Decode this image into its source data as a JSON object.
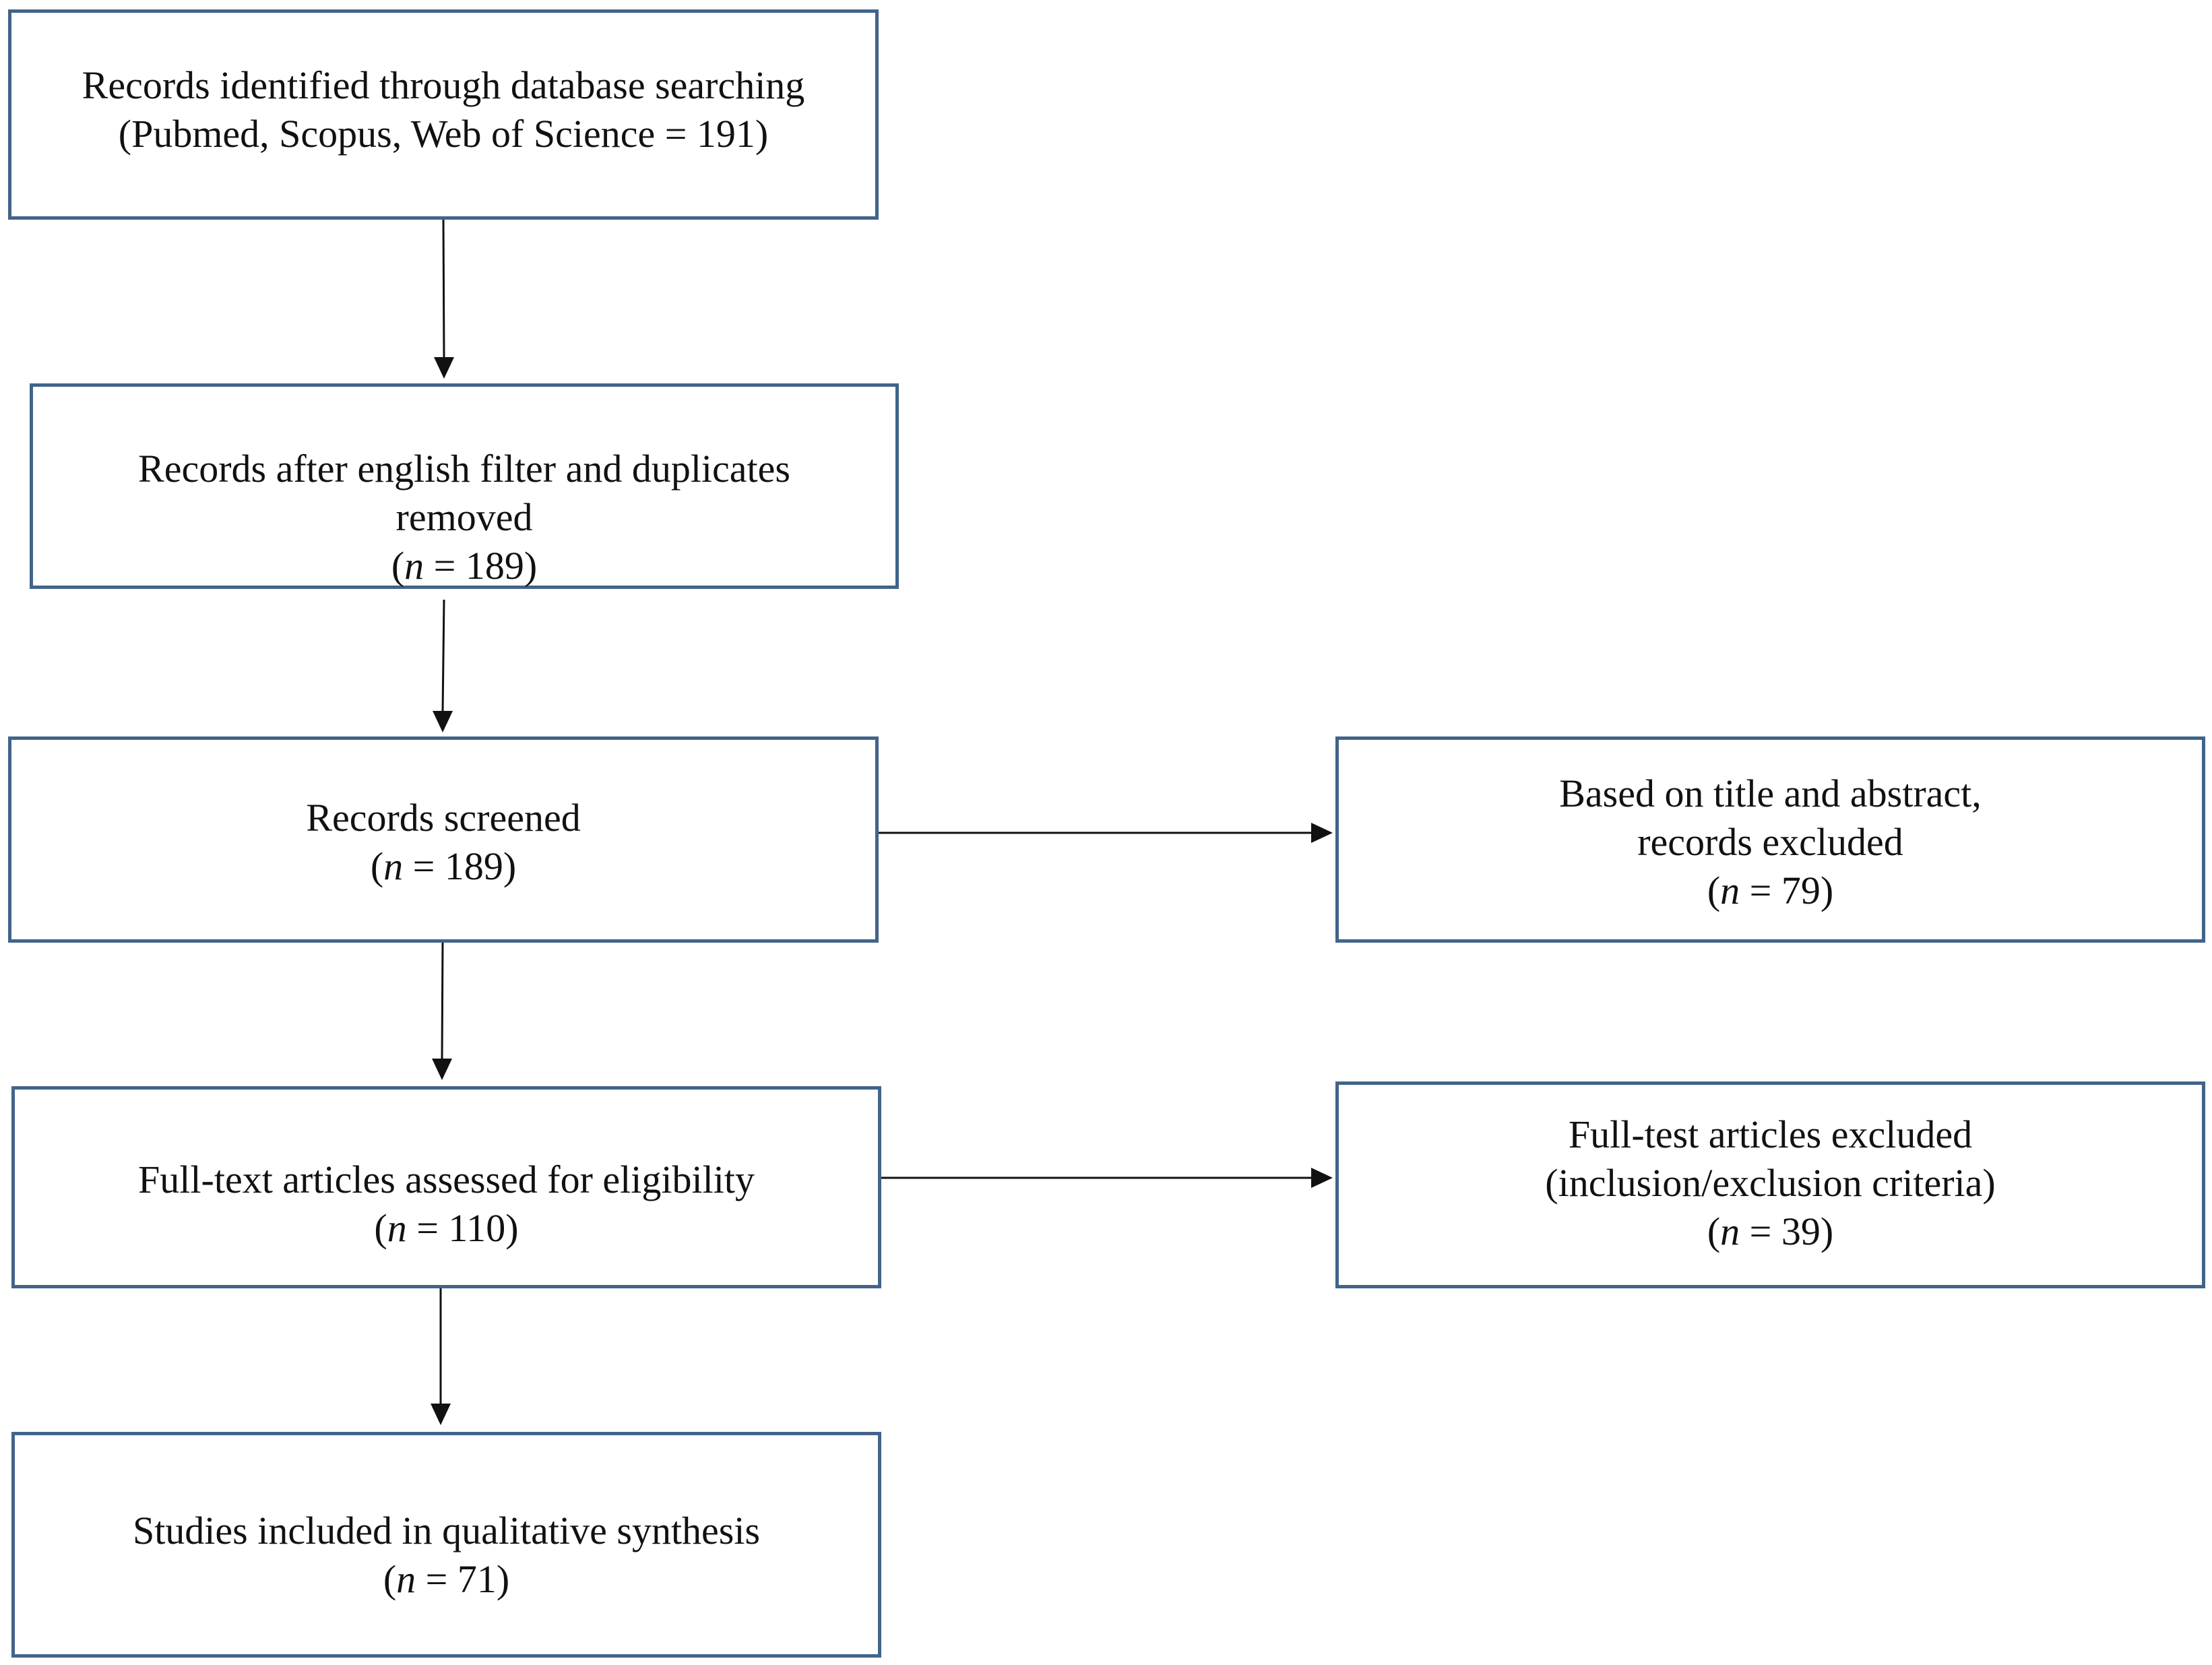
{
  "flow": {
    "identified": {
      "lines": [
        "Records identified through database searching",
        "(Pubmed, Scopus, Web of Science = 191)"
      ]
    },
    "after_filter": {
      "lines": [
        "Records after english filter and duplicates",
        "removed"
      ],
      "n_prefix": "(",
      "n_var": "n",
      "n_value": " = 189)"
    },
    "screened": {
      "lines": [
        "Records screened"
      ],
      "n_prefix": "(",
      "n_var": "n",
      "n_value": " = 189)"
    },
    "full_text": {
      "lines": [
        "Full-text articles assessed for eligibility"
      ],
      "n_prefix": "(",
      "n_var": "n",
      "n_value": " = 110)"
    },
    "included": {
      "lines": [
        "Studies included in qualitative synthesis"
      ],
      "n_prefix": "(",
      "n_var": "n",
      "n_value": " = 71)"
    }
  },
  "exclusions": {
    "title_abstract": {
      "lines": [
        "Based on title and abstract,",
        "records excluded"
      ],
      "n_prefix": "(",
      "n_var": "n",
      "n_value": " = 79)"
    },
    "full_text": {
      "lines": [
        "Full-test articles excluded",
        "(inclusion/exclusion criteria)"
      ],
      "n_prefix": "(",
      "n_var": "n",
      "n_value": " = 39)"
    }
  },
  "colors": {
    "box_border": "#41648a",
    "arrow": "#111111"
  }
}
